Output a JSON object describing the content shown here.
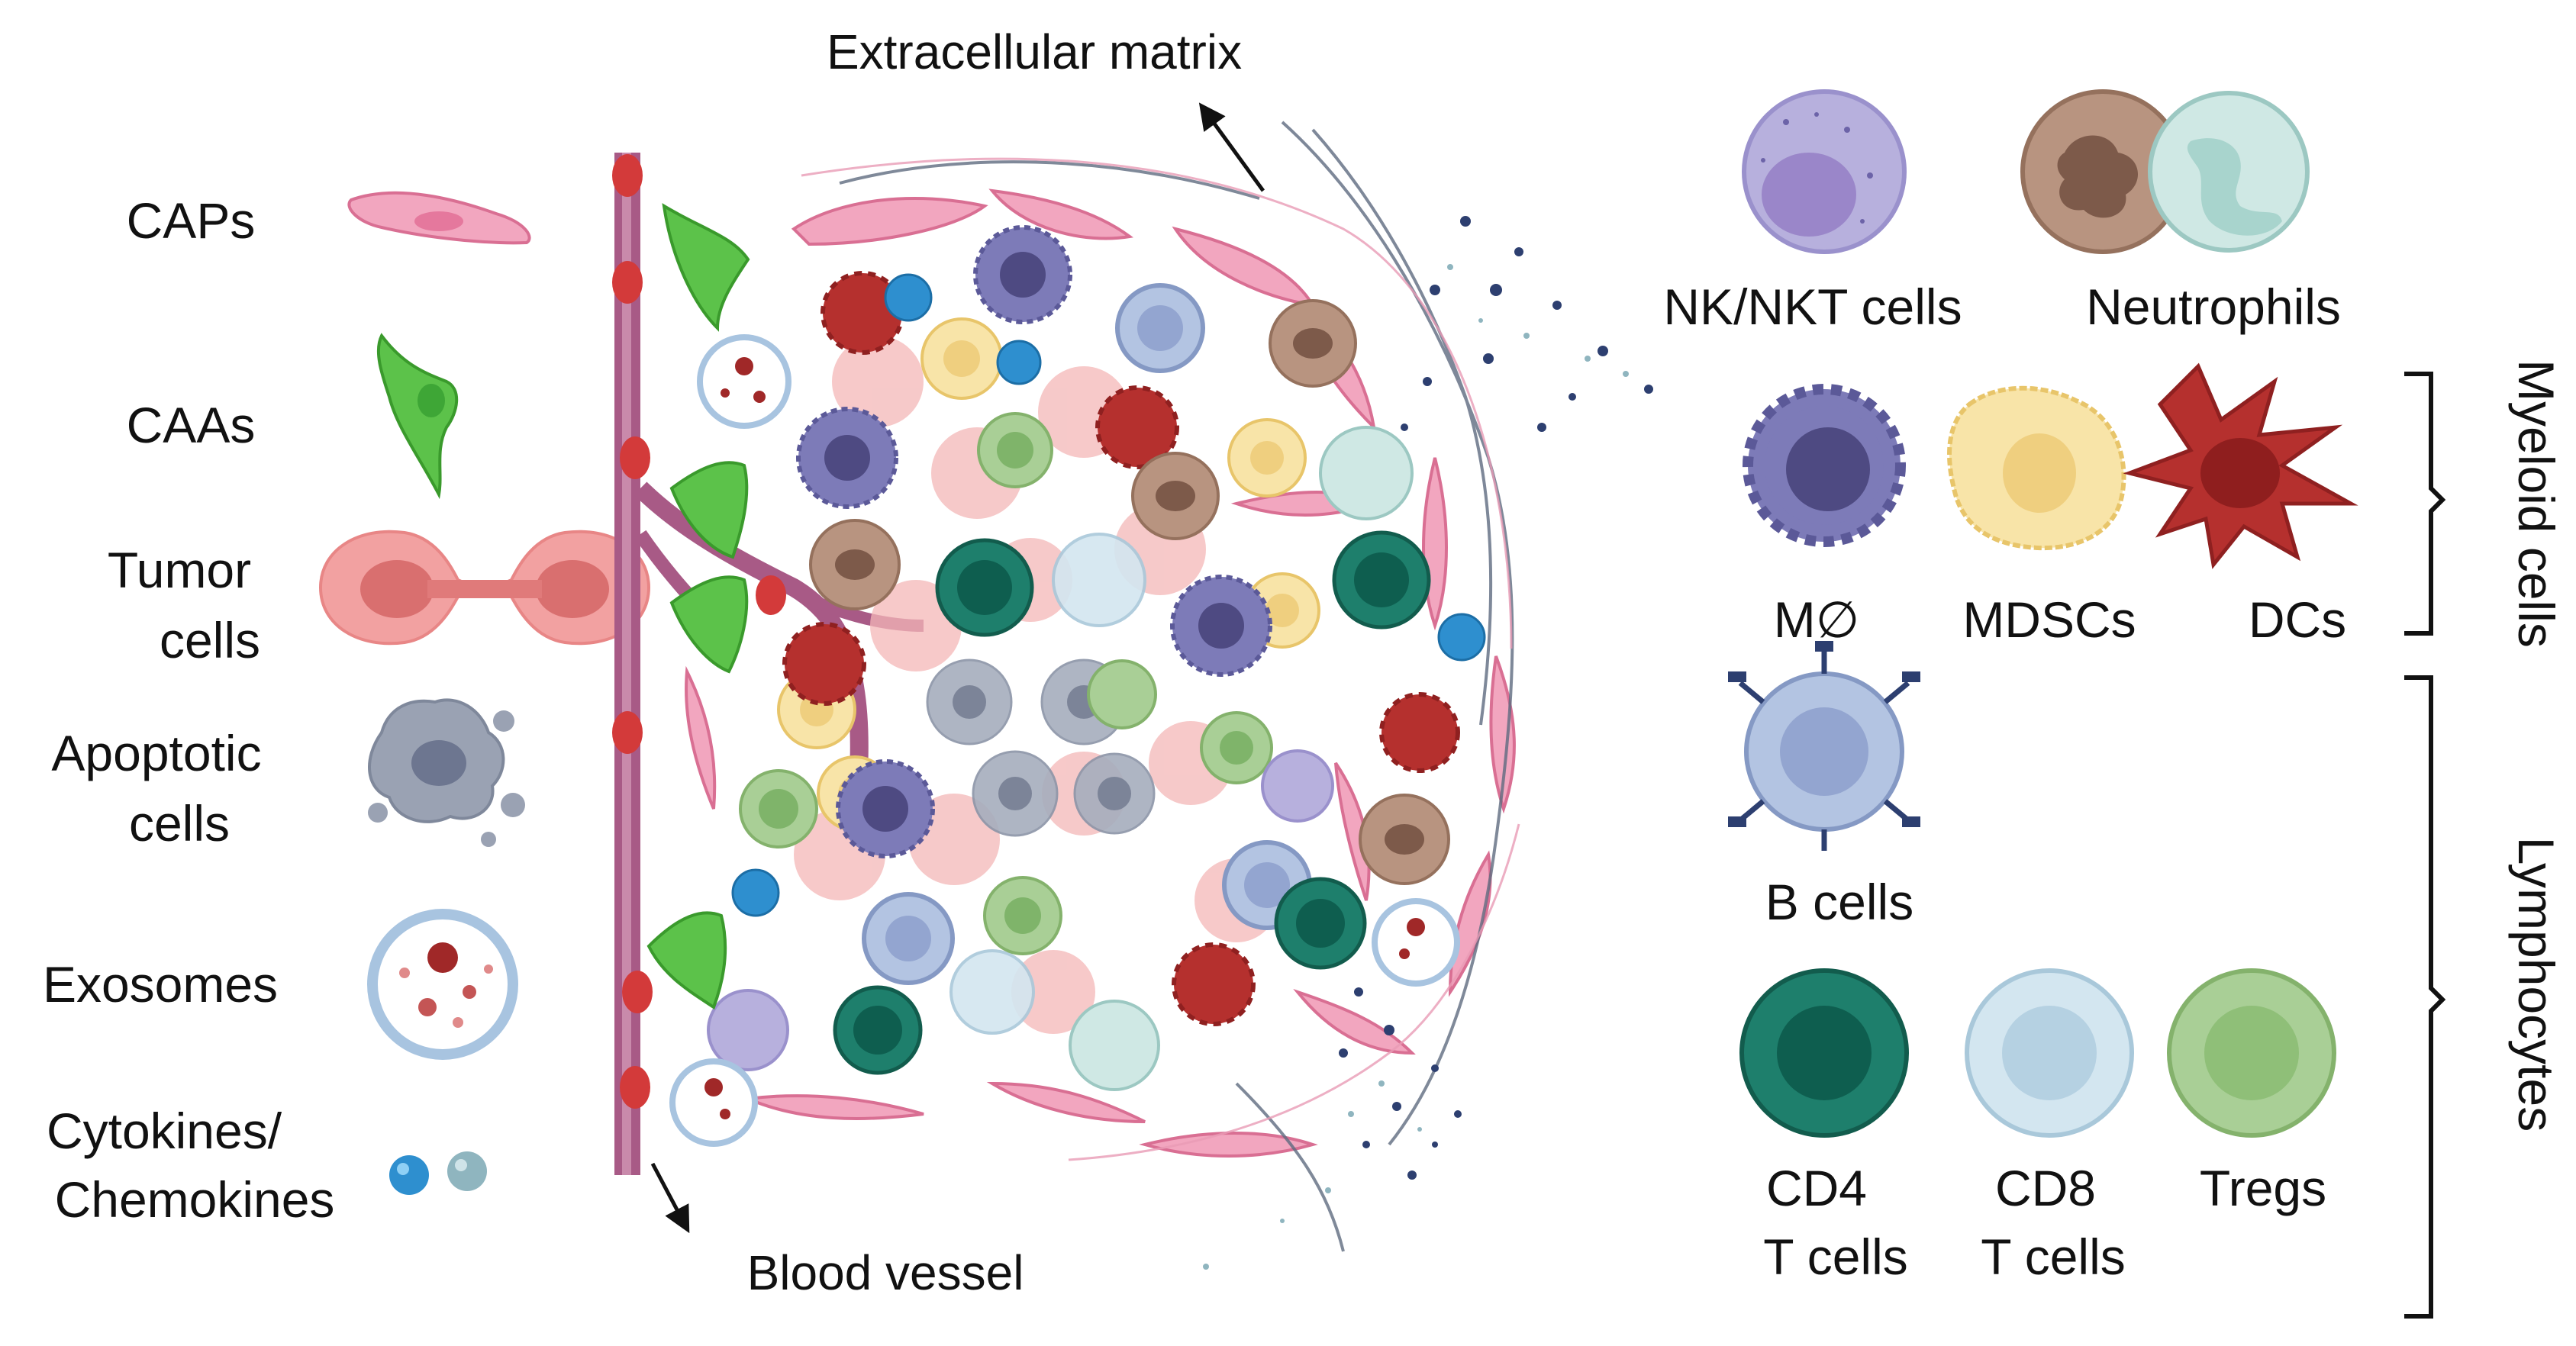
{
  "title": "Extracellular matrix",
  "blood_vessel_label": "Blood vessel",
  "legend_left": {
    "caps": "CAPs",
    "caas": "CAAs",
    "tumor_line1": "Tumor",
    "tumor_line2": "cells",
    "apoptotic_line1": "Apoptotic",
    "apoptotic_line2": "cells",
    "exosomes": "Exosomes",
    "cytokines_line1": "Cytokines/",
    "cytokines_line2": "Chemokines"
  },
  "legend_right": {
    "nk": "NK/NKT cells",
    "neutrophils": "Neutrophils",
    "macrophage": "M∅",
    "mdscs": "MDSCs",
    "dcs": "DCs",
    "b_cells": "B cells",
    "cd4_line1": "CD4",
    "cd4_line2": "T cells",
    "cd8_line1": "CD8",
    "cd8_line2": "T cells",
    "tregs": "Tregs"
  },
  "groups": {
    "myeloid": "Myeloid cells",
    "lymphocytes": "Lymphocytes"
  },
  "colors": {
    "caps": "#f2a6bf",
    "caas": "#5cc24a",
    "tumor": "#f2a1a1",
    "apoptotic": "#9aa2b3",
    "exosome_ring": "#a8c4e0",
    "cytokine_blue": "#2e8fcf",
    "cytokine_grey": "#8fb5bf",
    "nk": "#b7b0dd",
    "neutrophil": "#b89480",
    "neutrophil_light": "#cfe8e4",
    "macrophage": "#7d7bb8",
    "mdsc": "#f8e4a8",
    "dc": "#b5302e",
    "b_cell": "#b3c4e2",
    "cd4": "#1e7f6c",
    "cd8": "#d3e6f0",
    "treg": "#a9cf96",
    "vessel": "#a85a86"
  }
}
